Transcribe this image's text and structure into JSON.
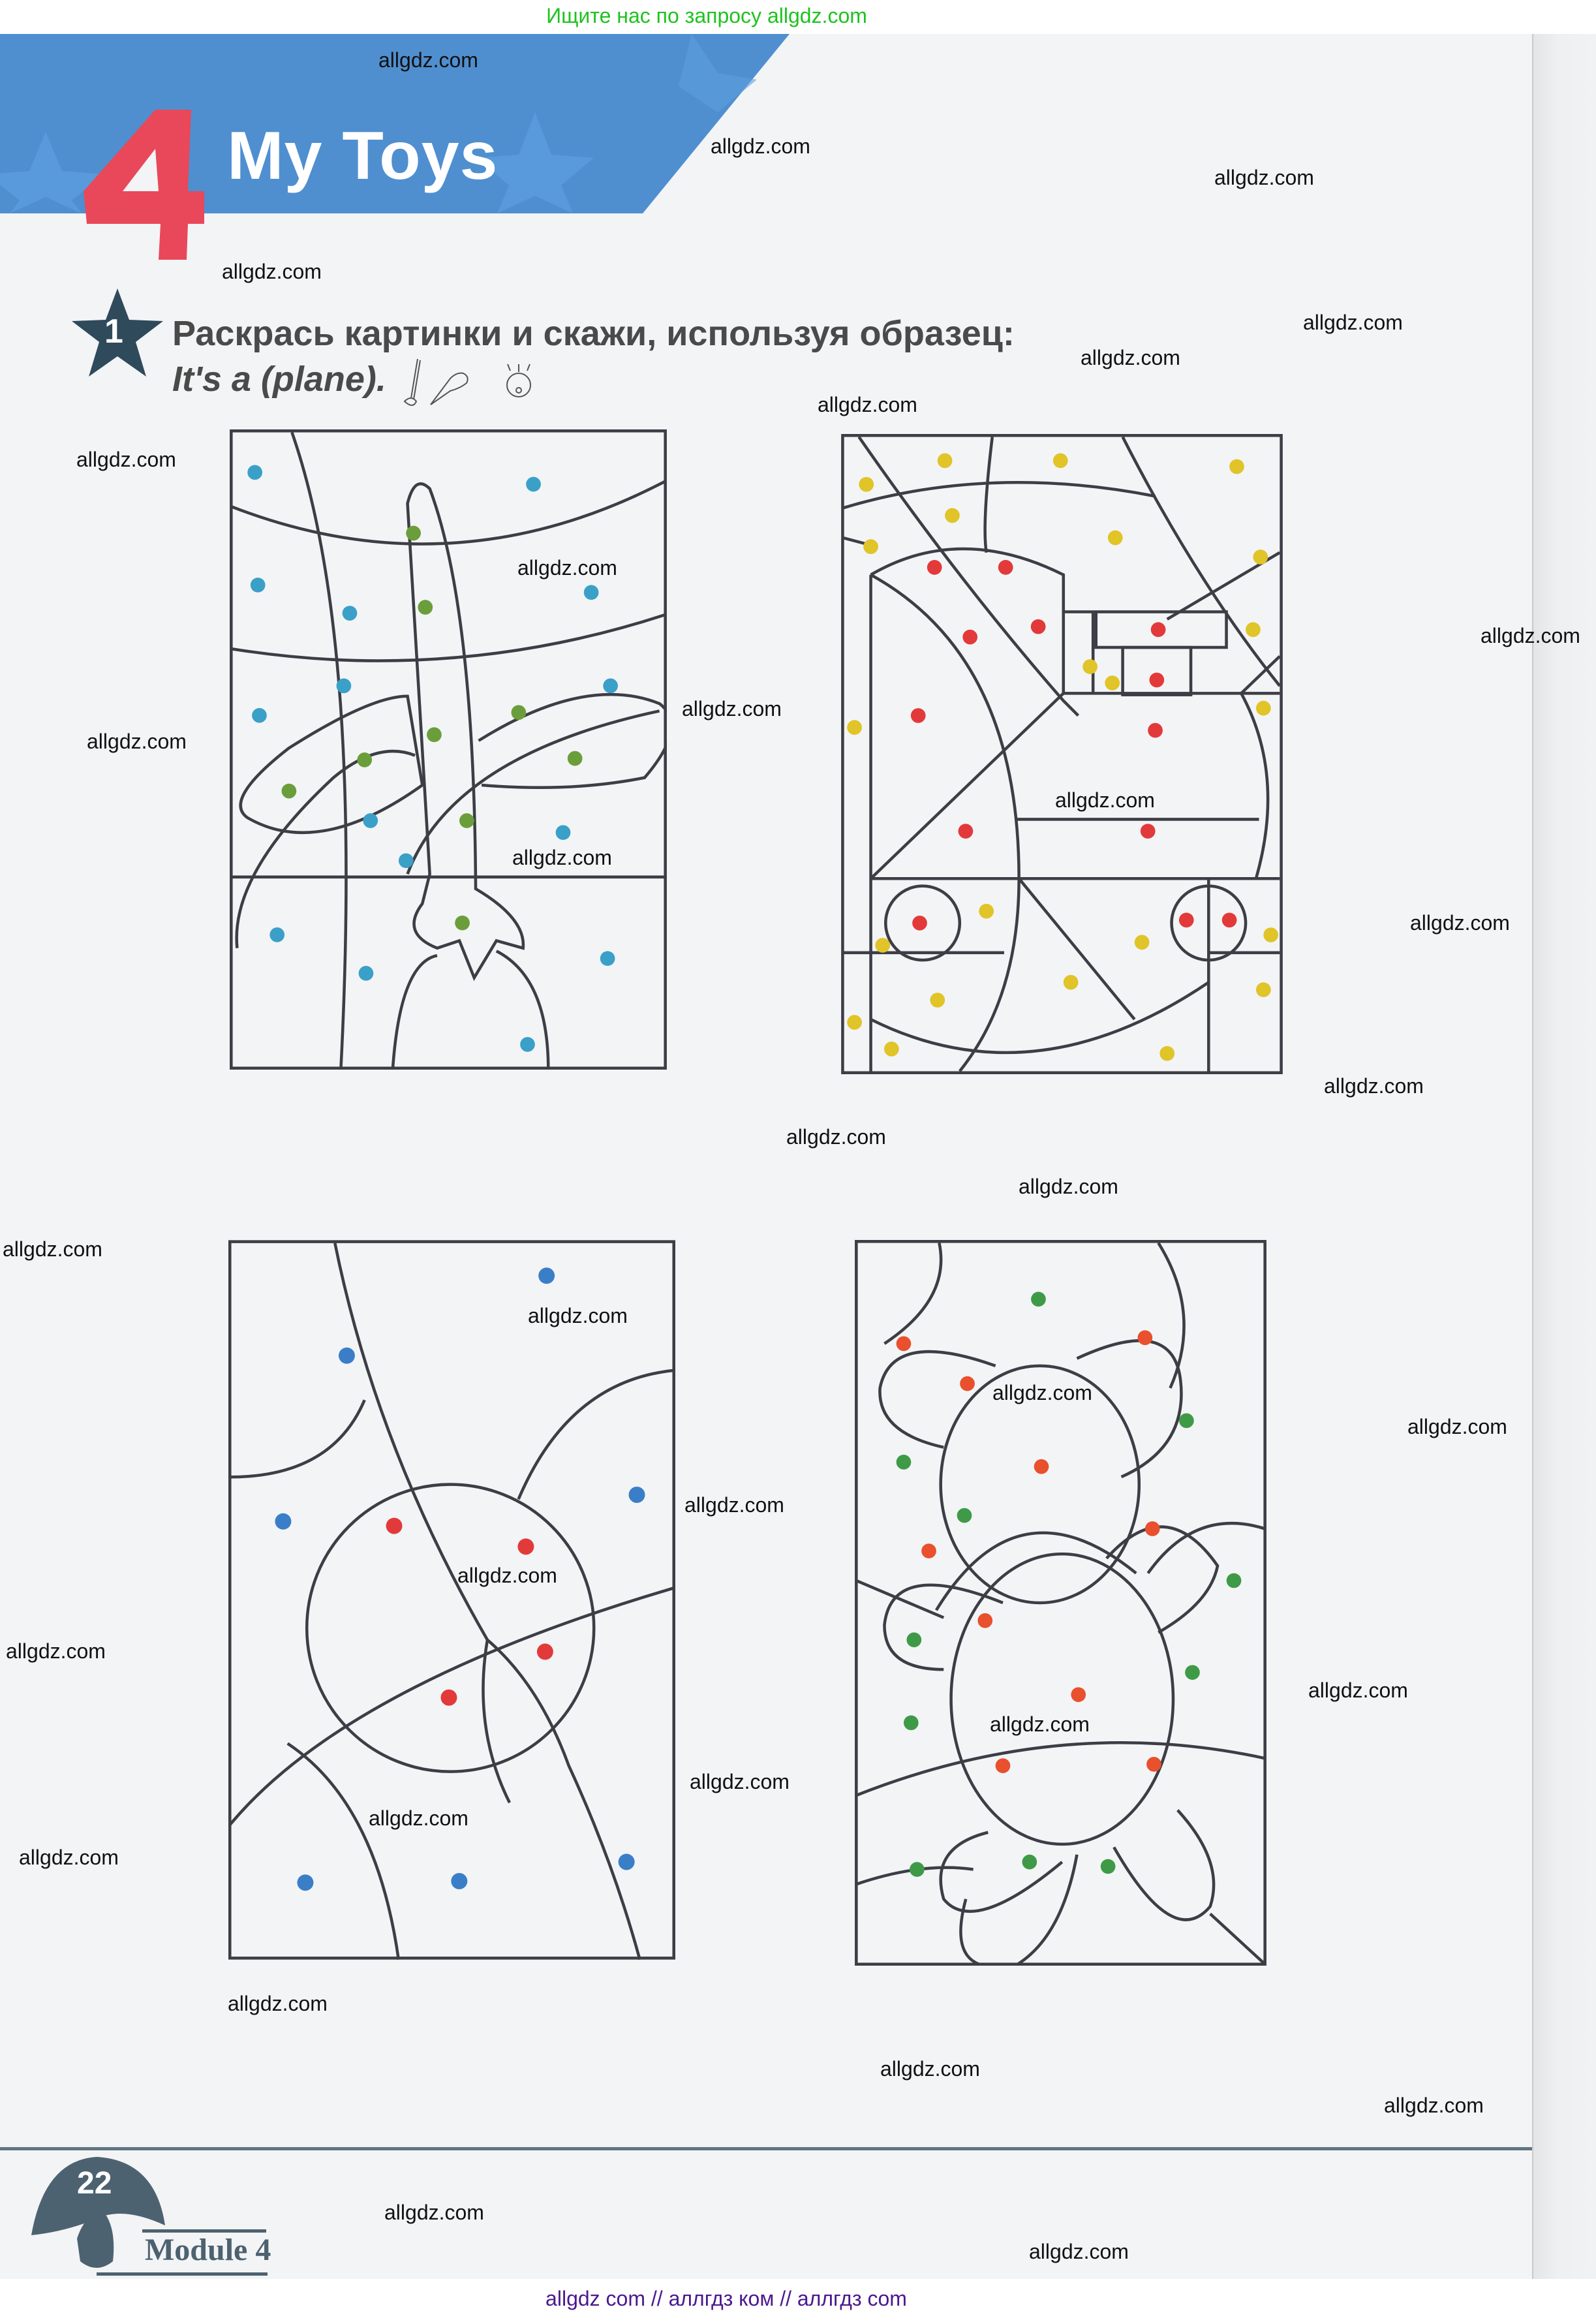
{
  "top_banner": {
    "text": "Ищите нас по запросу allgdz.com",
    "color": "#1fc21f"
  },
  "header": {
    "unit_number": "4",
    "title": "My Toys",
    "banner_color": "#4f8fd0",
    "unit_number_color": "#e8485a"
  },
  "exercise": {
    "number": "1",
    "instruction": "Раскрась картинки и скажи, используя образец:",
    "example": "It's a (plane).",
    "icons": [
      "paintbrush-icon",
      "pointing-hand-icon",
      "speaking-face-icon"
    ]
  },
  "pictures": [
    {
      "name": "plane",
      "dot_colors": [
        "#3aa0c8",
        "#6a9e3a"
      ]
    },
    {
      "name": "train",
      "dot_colors": [
        "#e0c428",
        "#e23a3a"
      ]
    },
    {
      "name": "ball",
      "dot_colors": [
        "#3a7ec8",
        "#e23a3a"
      ]
    },
    {
      "name": "teddy-bear",
      "dot_colors": [
        "#3f9a48",
        "#e8502e"
      ]
    }
  ],
  "watermarks": {
    "text": "allgdz.com"
  },
  "footer": {
    "page_number": "22",
    "module_label": "Module 4"
  },
  "bottom_banner": {
    "text": "allgdz com  //  аллгдз ком  //  аллгдз com",
    "color": "#4b1890"
  }
}
